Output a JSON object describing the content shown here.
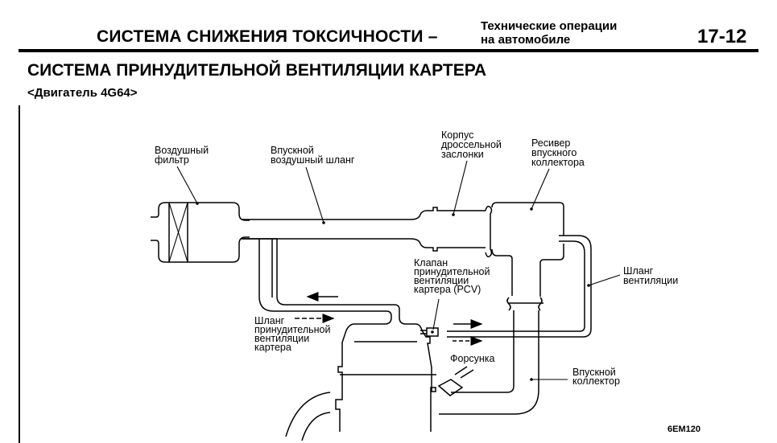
{
  "header": {
    "title": "СИСТЕМА СНИЖЕНИЯ ТОКСИЧНОСТИ –",
    "subtitle_line1": "Технические операции",
    "subtitle_line2": "на автомобиле",
    "page_number": "17-12"
  },
  "section": {
    "title": "СИСТЕМА ПРИНУДИТЕЛЬНОЙ ВЕНТИЛЯЦИИ КАРТЕРА",
    "engine": "<Двигатель 4G64>"
  },
  "diagram": {
    "figure_code": "6EM120",
    "labels": {
      "air_filter": [
        "Воздушный",
        "фильтр"
      ],
      "intake_air_hose": [
        "Впускной",
        "воздушный шланг"
      ],
      "throttle_body": [
        "Корпус",
        "дроссельной",
        "заслонки"
      ],
      "intake_plenum": [
        "Ресивер",
        "впускного",
        "коллектора"
      ],
      "ventilation_hose": [
        "Шланг",
        "вентиляции"
      ],
      "pcv_valve": [
        "Клапан",
        "принудительной",
        "вентиляции",
        "картера (PCV)"
      ],
      "pcv_hose": [
        "Шланг",
        "принудительной",
        "вентиляции",
        "картера"
      ],
      "injector": [
        "Форсунка"
      ],
      "intake_manifold": [
        "Впускной",
        "коллектор"
      ]
    }
  }
}
